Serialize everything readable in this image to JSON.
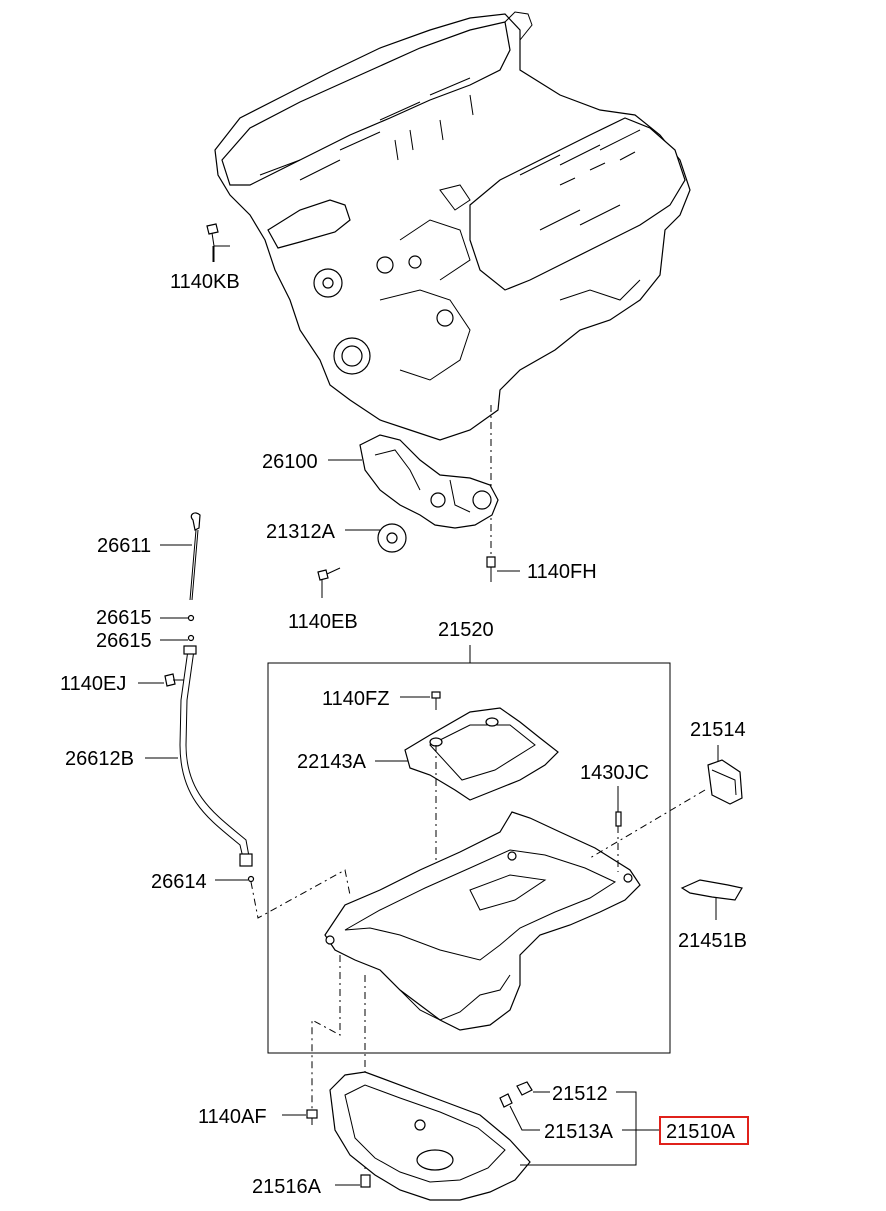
{
  "diagram": {
    "labels": {
      "p1140KB": "1140KB",
      "p26100": "26100",
      "p21312A": "21312A",
      "p1140FH": "1140FH",
      "p1140EB": "1140EB",
      "p26611": "26611",
      "p26615a": "26615",
      "p26615b": "26615",
      "p1140EJ": "1140EJ",
      "p26612B": "26612B",
      "p26614": "26614",
      "p21520": "21520",
      "p1140FZ": "1140FZ",
      "p22143A": "22143A",
      "p21514": "21514",
      "p1430JC": "1430JC",
      "p21451B": "21451B",
      "p1140AF": "1140AF",
      "p21512": "21512",
      "p21513A": "21513A",
      "p21510A": "21510A",
      "p21516A": "21516A"
    },
    "highlight_color": "#e0211b"
  }
}
